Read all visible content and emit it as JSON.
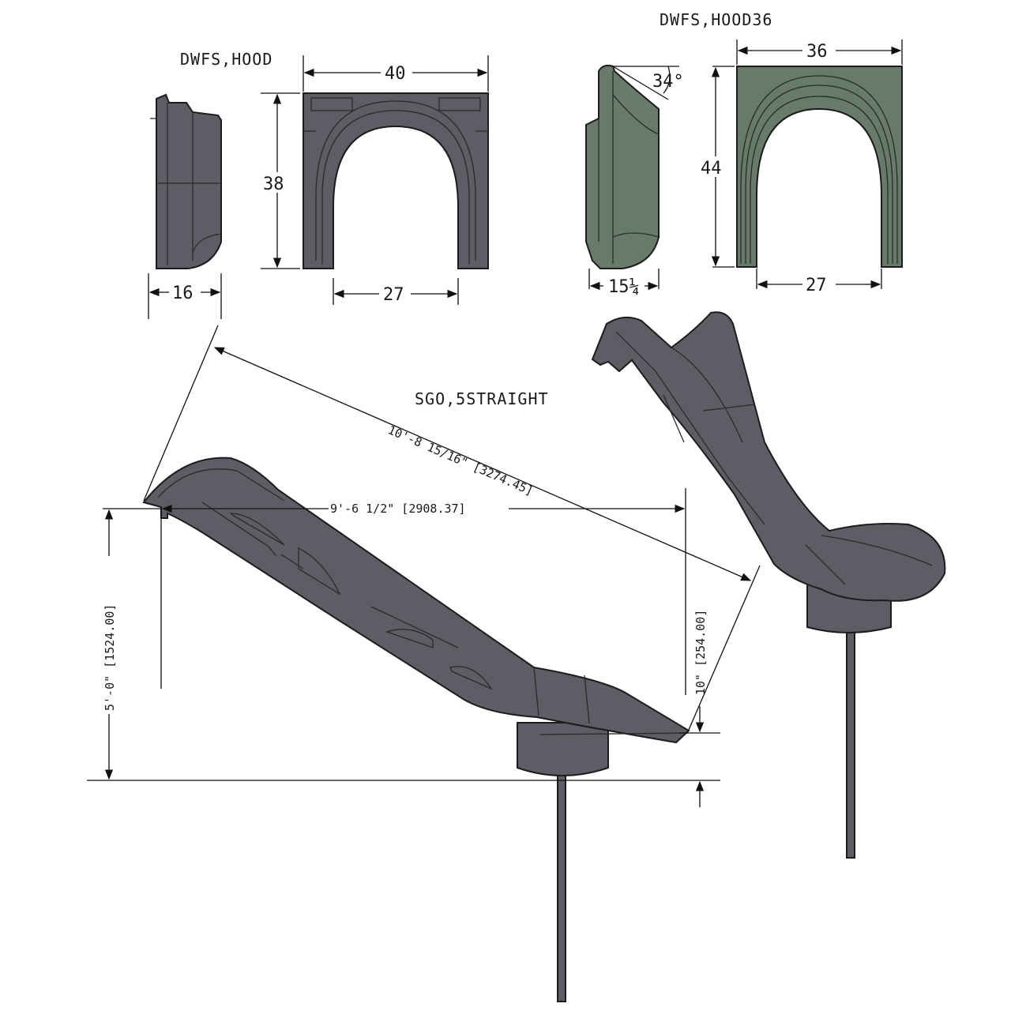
{
  "labels": {
    "hood_title": "DWFS,HOOD",
    "hood36_title": "DWFS,HOOD36",
    "slide_title": "SGO,5STRAIGHT"
  },
  "hood": {
    "width": "40",
    "height": "38",
    "opening": "27",
    "depth": "16"
  },
  "hood36": {
    "width": "36",
    "height": "44",
    "opening": "27",
    "depth": "15¼",
    "angle": "34°"
  },
  "slide": {
    "length": "10'-8 15/16\" [3274.45]",
    "run": "9'-6 1/2\" [2908.37]",
    "height": "5'-0\" [1524.00]",
    "exit_height": "10\" [254.00]"
  },
  "colors": {
    "part": "#5e5c64",
    "part_green": "#687a6a",
    "line": "#111111"
  }
}
